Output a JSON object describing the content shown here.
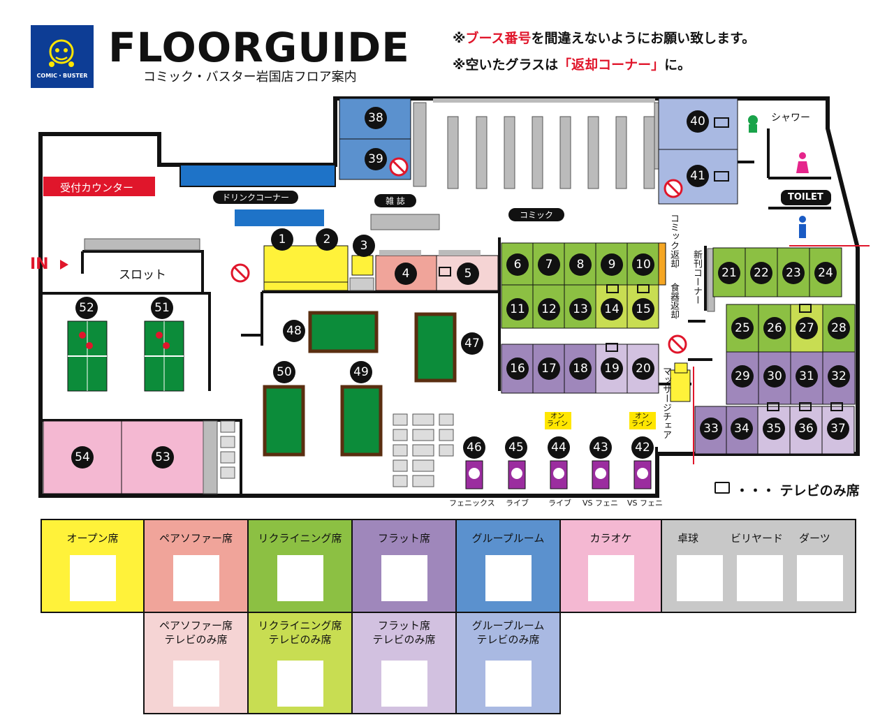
{
  "header": {
    "logo_text": "COMIC・BUSTER",
    "title": "FLOORGUIDE",
    "subtitle": "コミック・バスター岩国店フロア案内",
    "notice1_prefix": "※",
    "notice1_red": "ブース番号",
    "notice1_suffix": "を間違えないようにお願い致します。",
    "notice2_prefix": "※空いたグラスは",
    "notice2_red": "「返却コーナー」",
    "notice2_suffix": "に。"
  },
  "areas": {
    "reception": "受付カウンター",
    "drink": "ドリンクコーナー",
    "magazine": "雑 誌",
    "comic": "コミック",
    "slot": "スロット",
    "entrance": "IN",
    "shower": "シャワー",
    "toilet": "TOILET",
    "comic_return": "コミック返却",
    "dish_return": "食器返却",
    "new_releases": "新刊コーナー",
    "massage": "マッサージチェア",
    "online": "オン\nライン"
  },
  "seats": [
    "1",
    "2",
    "3",
    "4",
    "5",
    "6",
    "7",
    "8",
    "9",
    "10",
    "11",
    "12",
    "13",
    "14",
    "15",
    "16",
    "17",
    "18",
    "19",
    "20",
    "21",
    "22",
    "23",
    "24",
    "25",
    "26",
    "27",
    "28",
    "29",
    "30",
    "31",
    "32",
    "33",
    "34",
    "35",
    "36",
    "37",
    "38",
    "39",
    "40",
    "41",
    "42",
    "43",
    "44",
    "45",
    "46",
    "47",
    "48",
    "49",
    "50",
    "51",
    "52",
    "53",
    "54"
  ],
  "darts_labels": [
    "フェニックス",
    "ライブ",
    "ライブ",
    "VS フェニ",
    "VS フェニ"
  ],
  "tv_legend": "・・・ テレビのみ席",
  "legend": {
    "row1": [
      "オープン席",
      "ペアソファー席",
      "リクライニング席",
      "フラット席",
      "グループルーム",
      "カラオケ"
    ],
    "games": [
      "卓球",
      "ビリヤード",
      "ダーツ"
    ],
    "row2": [
      "ペアソファー席",
      "リクライニング席",
      "フラット席",
      "グループルーム"
    ],
    "tv_only": "テレビのみ席"
  },
  "colors": {
    "open": "#fff23a",
    "pair_sofa": "#f0a49a",
    "recliner": "#8cc043",
    "flat": "#9f87bb",
    "group": "#5b91ce",
    "karaoke": "#f4b8d2",
    "games": "#c8c8c8",
    "pair_sofa_tv": "#f5d4d4",
    "recliner_tv": "#c8dd52",
    "flat_tv": "#d2c1e0",
    "group_tv": "#a9b9e2",
    "accent_red": "#e0162b"
  }
}
